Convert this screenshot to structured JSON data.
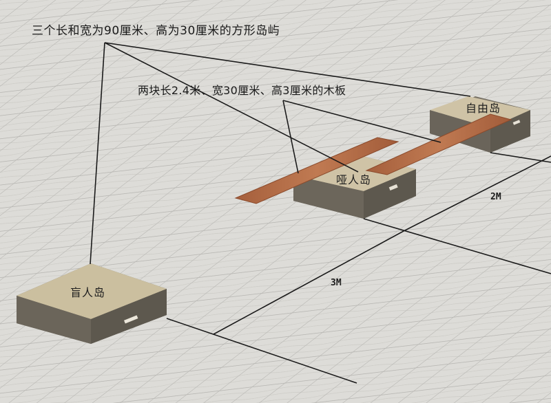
{
  "annotations": {
    "islands_caption": "三个长和宽为90厘米、高为30厘米的方形岛屿",
    "boards_caption": "两块长2.4米、宽30厘米、高3厘米的木板"
  },
  "islands": [
    {
      "id": "blind",
      "label": "盲人岛"
    },
    {
      "id": "mute",
      "label": "哑人岛"
    },
    {
      "id": "free",
      "label": "自由岛"
    }
  ],
  "dimensions": {
    "distance_mute_to_free": "2M",
    "distance_blind_to_mute": "3M"
  },
  "colors": {
    "floor": "#dcdbd7",
    "floor_grout": "#b5b4b0",
    "box_top": "#cdbf9f",
    "box_side": "#6d675c",
    "board": "#b06a45",
    "line": "#1a1a1a"
  }
}
